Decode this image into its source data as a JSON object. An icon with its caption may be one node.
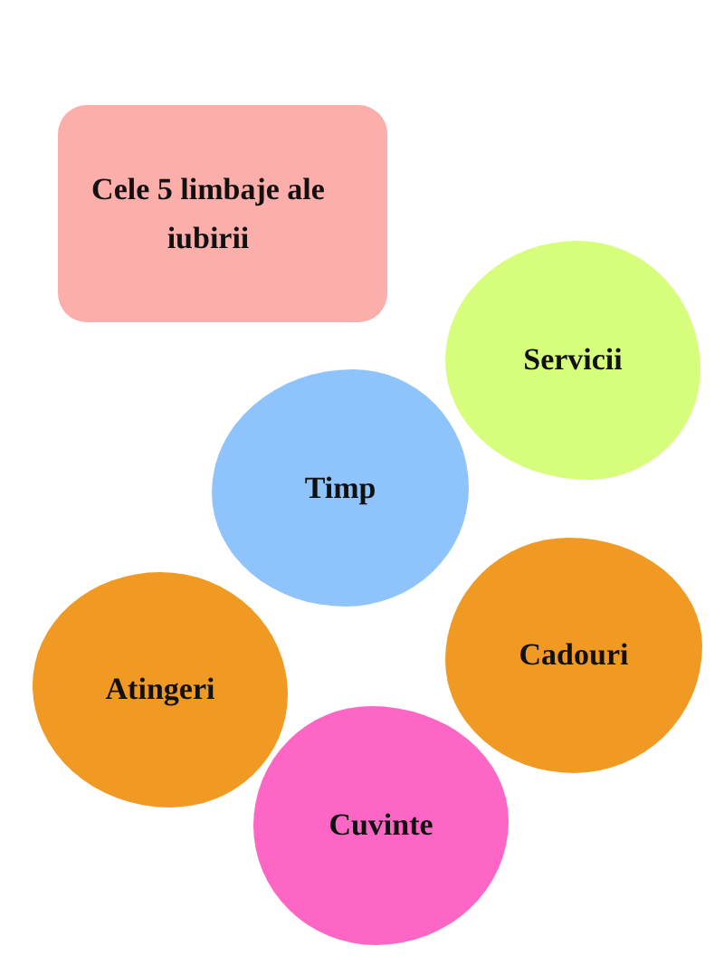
{
  "diagram": {
    "nodes": [
      {
        "text": [
          "Cele 5 limbaje ale iubirii"
        ]
      },
      {
        "text": [
          "Servicii"
        ]
      },
      {
        "text": [
          "Timp"
        ]
      },
      {
        "text": [
          "Atingeri"
        ]
      },
      {
        "text": [
          "Cadouri"
        ]
      },
      {
        "text": [
          "Cuvinte"
        ]
      }
    ]
  }
}
